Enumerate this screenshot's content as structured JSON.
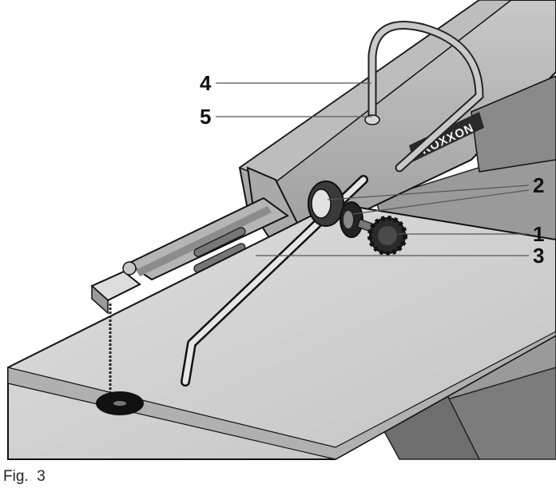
{
  "brand": {
    "logo_text": "PROXXON"
  },
  "callouts": [
    {
      "number": "4"
    },
    {
      "number": "5"
    },
    {
      "number": "2"
    },
    {
      "number": "1"
    },
    {
      "number": "3"
    }
  ],
  "caption": {
    "text": "Fig.  3"
  }
}
